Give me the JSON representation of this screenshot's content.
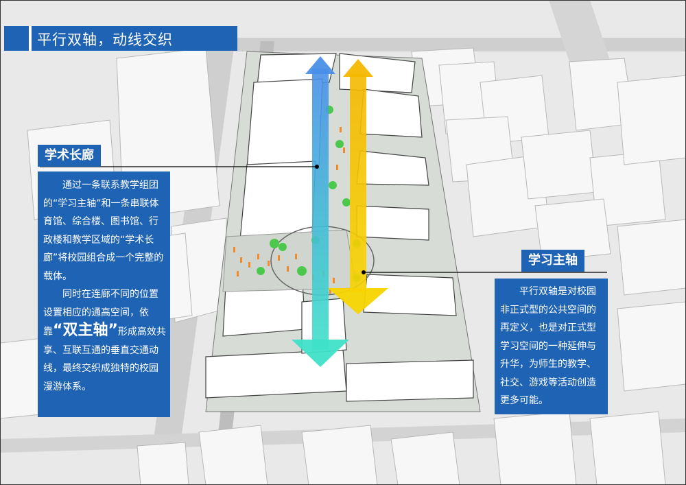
{
  "title": "平行双轴，动线交织",
  "left_panel": {
    "heading": "学术长廊",
    "para1": "通过一条联系教学组团的“学习主轴”和一条串联体育馆、综合楼、图书馆、行政楼和教学区域的“学术长廊”将校园组合成一个完整的载体。",
    "para2_start": "同时在连廊不同的位置设置相应的通高空间，依靠",
    "para2_emph": "“双主轴”",
    "para2_end": "形成高效共享、互联互通的垂直交通动线，最终交织成独特的校园漫游体系。"
  },
  "right_panel": {
    "heading": "学习主轴",
    "para": "平行双轴是对校园非正式型的公共空间的再定义，也是对正式型学习空间的一种延伸与升华，为师生的教学、社交、游戏等活动创造更多可能。"
  },
  "colors": {
    "accent_blue": "#1f63b5",
    "arrow_cyan": "#3ec9d8",
    "arrow_yellow": "#f2c200",
    "tree_green": "#4cc84c",
    "people_orange": "#f08a2a"
  },
  "icons": [
    "arrow-academic-corridor-icon",
    "arrow-learning-axis-icon",
    "tree-icon",
    "person-icon"
  ]
}
